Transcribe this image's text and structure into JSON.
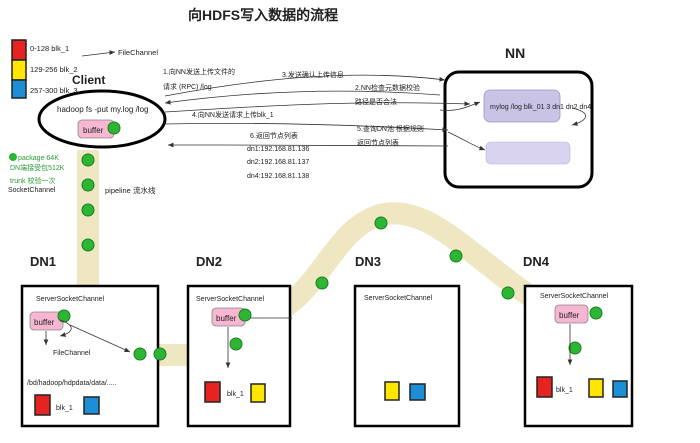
{
  "title": "向HDFS写入数据的流程",
  "blocks": [
    {
      "label": "0-128 blk_1",
      "color": "#e52421"
    },
    {
      "label": "129-256 blk_2",
      "color": "#ffe600"
    },
    {
      "label": "257-300 blk_3",
      "color": "#1e8fd6"
    }
  ],
  "client": {
    "title": "Client",
    "command": "hadoop fs -put my.log /log",
    "buffer": "buffer",
    "file_channel": "FileChannel",
    "socket_channel": "SocketChannel",
    "notes": [
      "package 64K",
      "DN端接受包512K",
      "trunk 校验一次"
    ]
  },
  "nn": {
    "title": "NN",
    "metadata": "mylog /log  blk_01 3  dn1 dn2 dn4"
  },
  "steps": {
    "s1a": "1.向NN发送上传文件的",
    "s1b": "请求 (RPC) /log",
    "s2a": "2.NN检查元数据校验",
    "s2b": "路径是否合法",
    "s3": "3.发送确认上传信息",
    "s4": "4.向NN发送请求上传blk_1",
    "s5a": "5.查询DN池  根据规则",
    "s5b": "返回节点列表",
    "s6": "6.返回节点列表"
  },
  "node_ips": [
    "dn1:192.168.81.136",
    "dn2:192.168.81.137",
    "dn4:192.168.81.138"
  ],
  "pipeline_label": "pipeline 流水线",
  "datanodes": [
    {
      "name": "DN1",
      "server": "ServerSocketChannel",
      "buffer": "buffer",
      "file_channel": "FileChannel",
      "path": "/bd/hadoop/hdpdata/data/.....",
      "blk": "blk_1"
    },
    {
      "name": "DN2",
      "server": "ServerSocketChannel",
      "buffer": "buffer",
      "blk": "blk_1"
    },
    {
      "name": "DN3",
      "server": "ServerSocketChannel"
    },
    {
      "name": "DN4",
      "server": "ServerSocketChannel",
      "buffer": "buffer",
      "blk": "blk_1"
    }
  ],
  "colors": {
    "red": "#e52421",
    "yellow": "#ffe600",
    "blue": "#1e8fd6",
    "green": "#2db634",
    "pipe": "#efe6c2",
    "buffer": "#f7b6d2",
    "nn_block": "#c9c3e6"
  }
}
